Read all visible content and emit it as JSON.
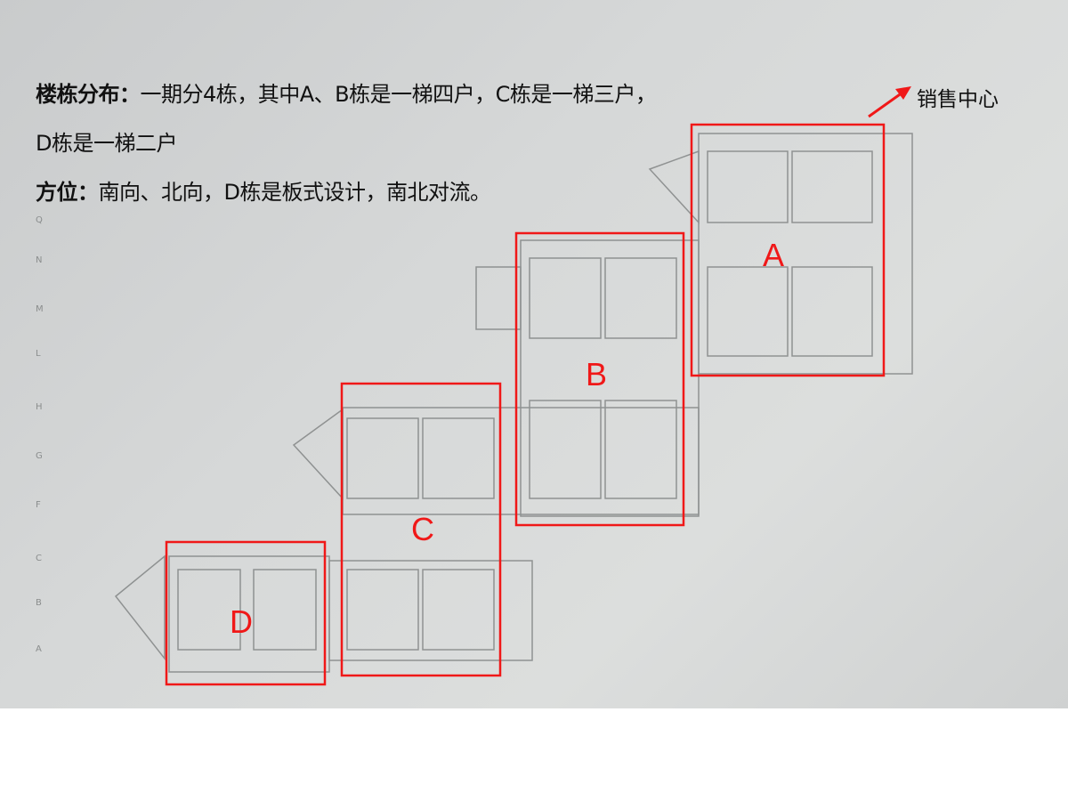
{
  "description_lines": {
    "line1_label": "楼栋分布：",
    "line1_text": "一期分4栋，其中A、B栋是一梯四户，C栋是一梯三户，",
    "line2_text": "D栋是一梯二户",
    "line3_label": "方位：",
    "line3_text": "南向、北向，D栋是板式设计，南北对流。"
  },
  "sales_center": {
    "label": "销售中心",
    "arrow_icon": "arrow-up-right-icon"
  },
  "buildings": [
    {
      "label": "A"
    },
    {
      "label": "B"
    },
    {
      "label": "C"
    },
    {
      "label": "D"
    }
  ],
  "colors": {
    "annotation": "#f01818",
    "paper": "#d6d8d8",
    "text": "#111111"
  }
}
